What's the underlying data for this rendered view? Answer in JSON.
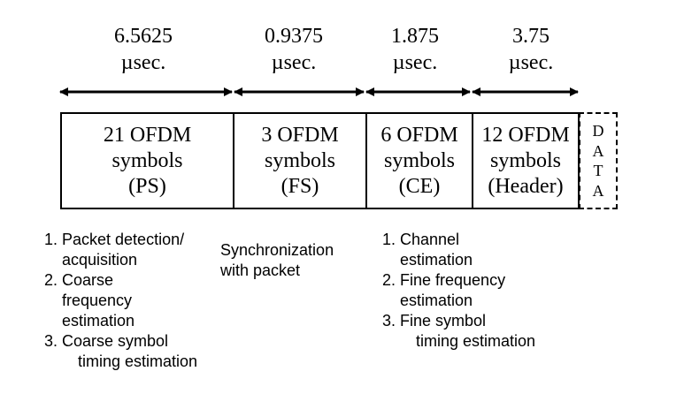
{
  "durations": [
    {
      "value": "6.5625",
      "unit": "µsec."
    },
    {
      "value": "0.9375",
      "unit": "µsec."
    },
    {
      "value": "1.875",
      "unit": "µsec."
    },
    {
      "value": "3.75",
      "unit": "µsec."
    }
  ],
  "segments": [
    {
      "lines": [
        "21 OFDM",
        "symbols",
        "(PS)"
      ]
    },
    {
      "lines": [
        "3 OFDM",
        "symbols",
        "(FS)"
      ]
    },
    {
      "lines": [
        "6 OFDM",
        "symbols",
        "(CE)"
      ]
    },
    {
      "lines": [
        "12 OFDM",
        "symbols",
        "(Header)"
      ]
    }
  ],
  "data_letters": [
    "D",
    "A",
    "T",
    "A"
  ],
  "notes": {
    "ps": [
      {
        "num": "1.",
        "lines": [
          "Packet detection/",
          "acquisition"
        ]
      },
      {
        "num": "2.",
        "lines": [
          "Coarse",
          "frequency",
          "estimation"
        ]
      },
      {
        "num": "3.",
        "lines": [
          "Coarse symbol",
          "timing estimation"
        ]
      }
    ],
    "fs": [
      "Synchronization",
      "with packet"
    ],
    "ce": [
      {
        "num": "1.",
        "lines": [
          "Channel",
          "estimation"
        ]
      },
      {
        "num": "2.",
        "lines": [
          "Fine frequency",
          "estimation"
        ]
      },
      {
        "num": "3.",
        "lines": [
          "Fine symbol",
          "timing estimation"
        ]
      }
    ]
  }
}
